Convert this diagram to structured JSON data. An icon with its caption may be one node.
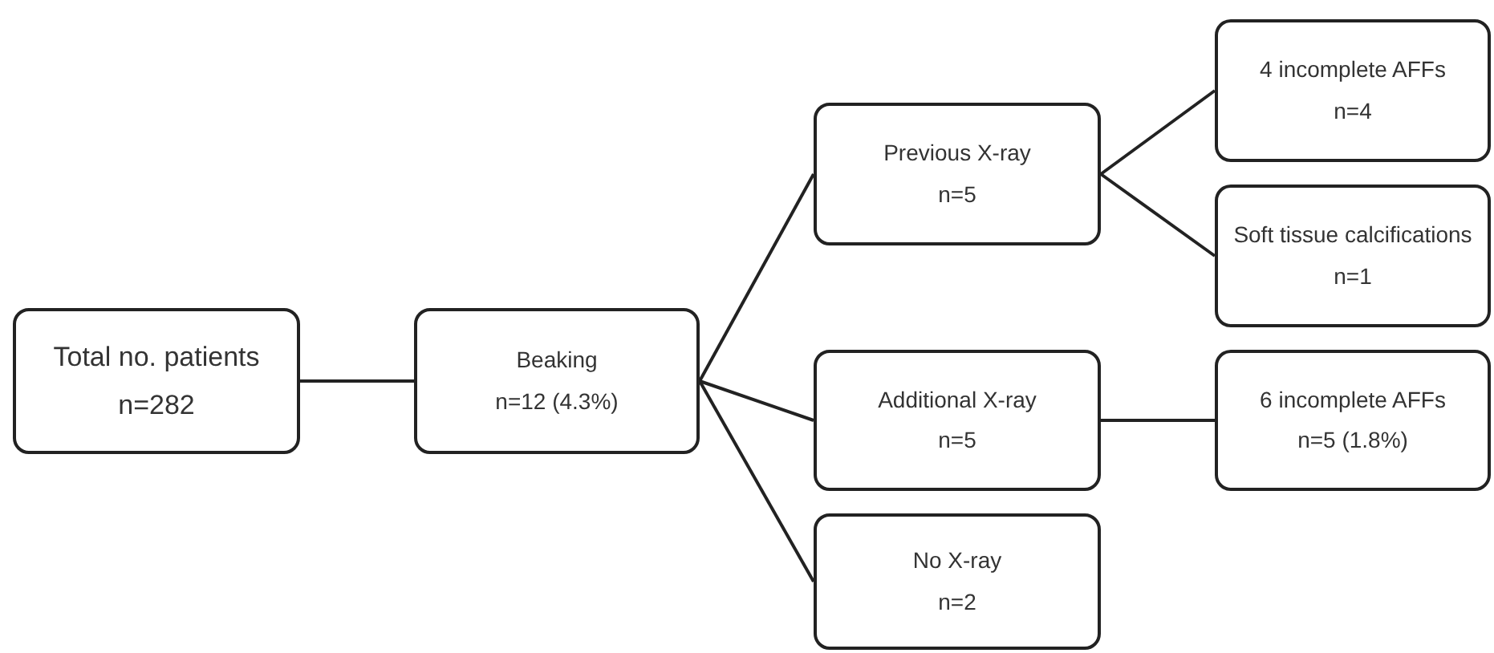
{
  "diagram": {
    "nodes": [
      {
        "text": [
          "Total no. patients",
          "n=282"
        ]
      },
      {
        "text": [
          "Beaking",
          "n=12 (4.3%)"
        ]
      },
      {
        "text": [
          "Previous X-ray",
          "n=5"
        ]
      },
      {
        "text": [
          "Additional X-ray",
          "n=5"
        ]
      },
      {
        "text": [
          "No X-ray",
          "n=2"
        ]
      },
      {
        "text": [
          "4 incomplete AFFs",
          "n=4"
        ]
      },
      {
        "text": [
          "Soft tissue calcifications",
          "n=1"
        ]
      },
      {
        "text": [
          "6 incomplete AFFs",
          "n=5 (1.8%)"
        ]
      }
    ],
    "edges": [
      {
        "from": 0,
        "to": 1,
        "arrow": "none"
      },
      {
        "from": 1,
        "to": 2,
        "arrow": "none"
      },
      {
        "from": 1,
        "to": 3,
        "arrow": "none"
      },
      {
        "from": 1,
        "to": 4,
        "arrow": "none"
      },
      {
        "from": 2,
        "to": 5,
        "arrow": "none"
      },
      {
        "from": 2,
        "to": 6,
        "arrow": "none"
      },
      {
        "from": 3,
        "to": 7,
        "arrow": "none"
      }
    ]
  }
}
